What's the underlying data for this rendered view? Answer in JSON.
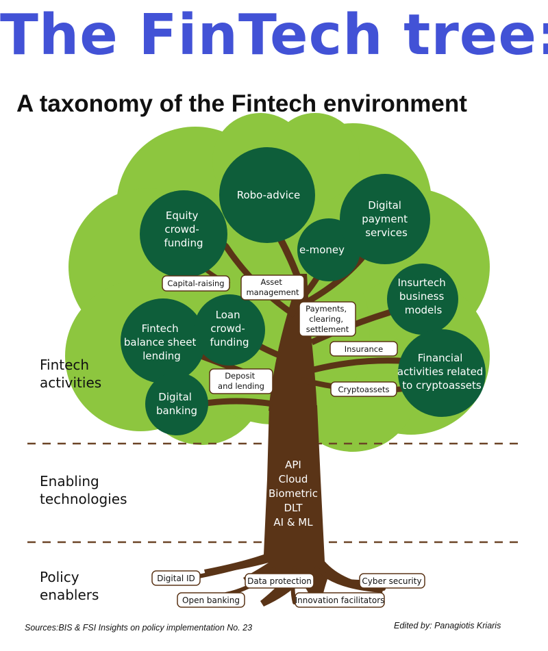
{
  "title": "The FinTech tree:",
  "subtitle": "A taxonomy of the Fintech environment",
  "layers": {
    "activities": [
      "Fintech",
      "activities"
    ],
    "technologies": [
      "Enabling",
      "technologies"
    ],
    "policy": [
      "Policy",
      "enablers"
    ]
  },
  "circles": [
    {
      "key": "equity",
      "lines": [
        "Equity",
        "crowd-",
        "funding"
      ]
    },
    {
      "key": "robo",
      "lines": [
        "Robo-advice"
      ]
    },
    {
      "key": "emoney",
      "lines": [
        "e-money"
      ]
    },
    {
      "key": "payment",
      "lines": [
        "Digital",
        "payment",
        "services"
      ]
    },
    {
      "key": "insurtech",
      "lines": [
        "Insurtech",
        "business",
        "models"
      ]
    },
    {
      "key": "fintech-balance",
      "lines": [
        "Fintech",
        "balance sheet",
        "lending"
      ]
    },
    {
      "key": "loan",
      "lines": [
        "Loan",
        "crowd-",
        "funding"
      ]
    },
    {
      "key": "digital-banking",
      "lines": [
        "Digital",
        "banking"
      ]
    },
    {
      "key": "crypto-activities",
      "lines": [
        "Financial",
        "activities related",
        "to cryptoassets"
      ]
    }
  ],
  "categories": [
    {
      "key": "capital-raising",
      "lines": [
        "Capital-raising"
      ]
    },
    {
      "key": "asset-management",
      "lines": [
        "Asset",
        "management"
      ]
    },
    {
      "key": "payments",
      "lines": [
        "Payments,",
        "clearing,",
        "settlement"
      ]
    },
    {
      "key": "insurance",
      "lines": [
        "Insurance"
      ]
    },
    {
      "key": "deposit",
      "lines": [
        "Deposit",
        "and lending"
      ]
    },
    {
      "key": "cryptoassets",
      "lines": [
        "Cryptoassets"
      ]
    }
  ],
  "technologies": [
    "API",
    "Cloud",
    "Biometric",
    "DLT",
    "AI & ML"
  ],
  "policy_enablers": [
    {
      "key": "digital-id",
      "label": "Digital ID"
    },
    {
      "key": "data-protection",
      "label": "Data protection"
    },
    {
      "key": "cyber-security",
      "label": "Cyber security"
    },
    {
      "key": "open-banking",
      "label": "Open banking"
    },
    {
      "key": "innovation-facilitators",
      "label": "Innovation facilitators"
    }
  ],
  "footer": {
    "source": "Sources:BIS & FSI Insights on policy implementation No. 23",
    "editor": "Edited by: Panagiotis Kriaris"
  },
  "colors": {
    "title": "#4252d6",
    "canopy_light": "#8dc63f",
    "canopy_dark": "#0e5e3a",
    "trunk": "#5a3417",
    "dash": "#6b4426"
  }
}
